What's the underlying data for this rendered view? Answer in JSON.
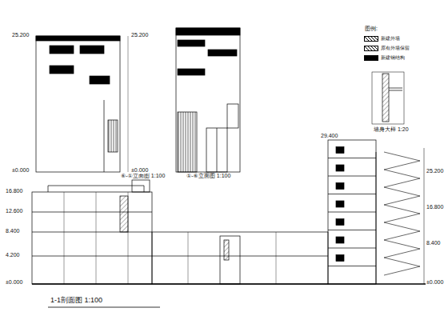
{
  "diagram": {
    "labels": [
      "⑥-①立面图 1:100",
      "①-⑥立面图 1:100",
      "1-1剖面图 1:100",
      "图例:",
      "墙身大样 1:20",
      "±0.000",
      "4.200",
      "8.400",
      "12.600",
      "16.800",
      "±0.000",
      "8.400",
      "16.800",
      "25.200",
      "29.400",
      "±0.000",
      "25.200",
      "±0.000",
      "25.200"
    ],
    "legend": [
      {
        "text": "新建外墙"
      },
      {
        "text": "原有外墙保留"
      },
      {
        "text": "新建钢结构",
        "color": "#000000"
      }
    ]
  }
}
